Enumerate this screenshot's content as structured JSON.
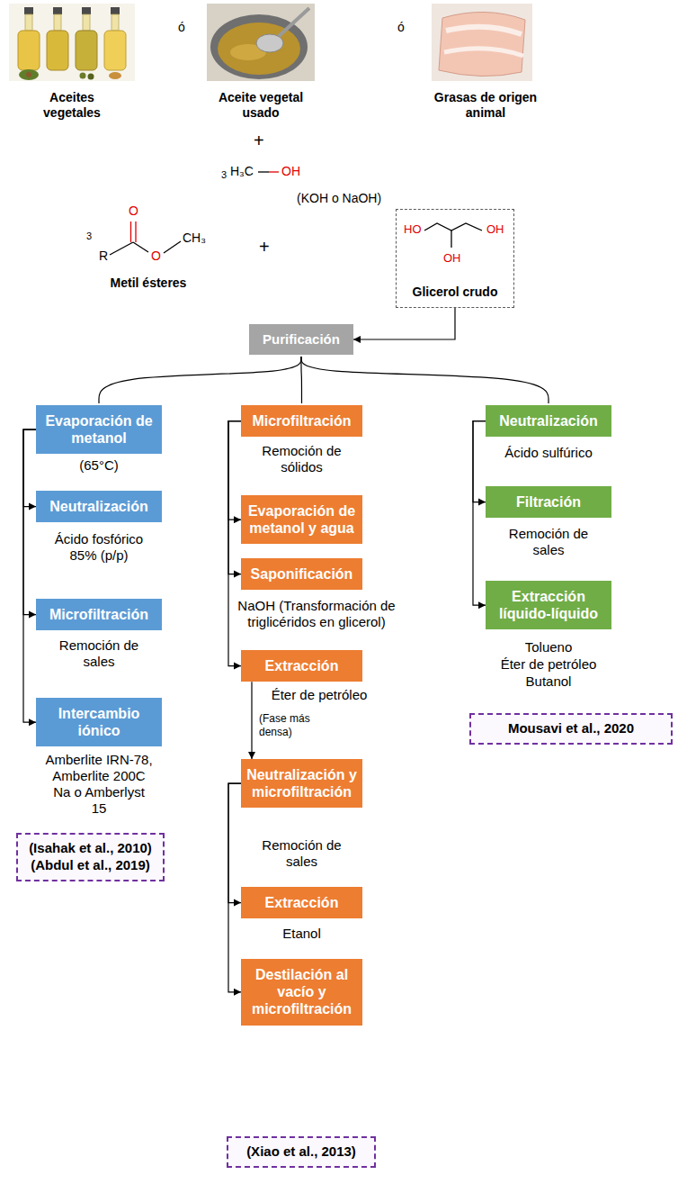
{
  "diagram": {
    "nodes": [
      {
        "text": [
          "HO",
          "OH",
          "OH",
          "Glicerol crudo"
        ]
      },
      {
        "text": [
          "Purificación"
        ]
      },
      {
        "text": [
          "Evaporación de metanol"
        ]
      },
      {
        "text": [
          "Neutralización"
        ]
      },
      {
        "text": [
          "Microfiltración"
        ]
      },
      {
        "text": [
          "Intercambio iónico"
        ]
      },
      {
        "text": [
          "(Isahak et al., 2010)",
          "(Abdul et al., 2019)"
        ]
      },
      {
        "text": [
          "Microfiltración"
        ]
      },
      {
        "text": [
          "Evaporación de metanol y agua"
        ]
      },
      {
        "text": [
          "Saponificación"
        ]
      },
      {
        "text": [
          "Extracción"
        ]
      },
      {
        "text": [
          "Neutralización y microfiltración"
        ]
      },
      {
        "text": [
          "Extracción"
        ]
      },
      {
        "text": [
          "Destilación al vacío y microfiltración"
        ]
      },
      {
        "text": [
          "(Xiao et al., 2013)"
        ]
      },
      {
        "text": [
          "Neutralización"
        ]
      },
      {
        "text": [
          "Filtración"
        ]
      },
      {
        "text": [
          "Extracción líquido-líquido"
        ]
      },
      {
        "text": [
          "Mousavi et al., 2020"
        ]
      }
    ],
    "edges": [
      {
        "from": 0,
        "to": 1,
        "arrow": "to"
      },
      {
        "from": 1,
        "to": 2,
        "arrow": "none"
      },
      {
        "from": 1,
        "to": 7,
        "arrow": "none"
      },
      {
        "from": 1,
        "to": 15,
        "arrow": "none"
      },
      {
        "from": 2,
        "to": 3,
        "arrow": "to"
      },
      {
        "from": 2,
        "to": 4,
        "arrow": "to"
      },
      {
        "from": 2,
        "to": 5,
        "arrow": "to"
      },
      {
        "from": 7,
        "to": 8,
        "arrow": "to"
      },
      {
        "from": 7,
        "to": 9,
        "arrow": "to"
      },
      {
        "from": 7,
        "to": 10,
        "arrow": "to"
      },
      {
        "from": 10,
        "to": 11,
        "label": "(Fase más densa)",
        "arrow": "to"
      },
      {
        "from": 11,
        "to": 12,
        "arrow": "to"
      },
      {
        "from": 11,
        "to": 13,
        "arrow": "to"
      },
      {
        "from": 15,
        "to": 16,
        "arrow": "to"
      },
      {
        "from": 15,
        "to": 17,
        "arrow": "to"
      }
    ],
    "labels": [
      "Aceites vegetales",
      "ó",
      "Aceite vegetal usado",
      "ó",
      "Grasas de origen animal",
      "+",
      "3",
      "H₃C",
      "OH",
      "(KOH o NaOH)",
      "3",
      "O",
      "R",
      "O",
      "CH₃",
      "Metil ésteres",
      "+",
      "(65°C)",
      "Ácido fosfórico 85% (p/p)",
      "Remoción de sales",
      "Amberlite IRN-78, Amberlite 200C Na o Amberlyst 15",
      "Remoción de sólidos",
      "NaOH (Transformación de triglicéridos en glicerol)",
      "Éter de petróleo",
      "Remoción de sales",
      "Etanol",
      "Ácido sulfúrico",
      "Remoción de sales",
      "Tolueno",
      "Éter de petróleo",
      "Butanol"
    ]
  }
}
